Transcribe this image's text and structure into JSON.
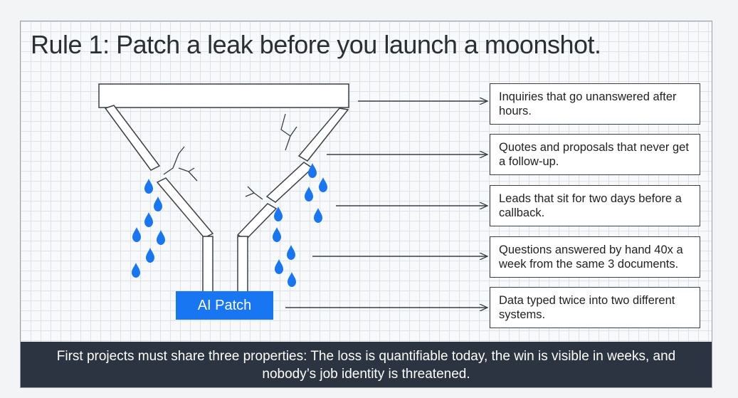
{
  "title": "Rule 1: Patch a leak before you launch a moonshot.",
  "patch_label": "AI Patch",
  "leaks": [
    {
      "text": "Inquiries that go unanswered after hours."
    },
    {
      "text": "Quotes and proposals that never get a follow-up."
    },
    {
      "text": "Leads that sit for two days before a callback."
    },
    {
      "text": "Questions answered by hand 40x a week from the same 3 documents."
    },
    {
      "text": "Data typed twice into two different systems."
    }
  ],
  "footer": "First projects must share three properties: The loss is quantifiable today, the win is visible in weeks, and nobody’s job identity is threatened.",
  "colors": {
    "accent": "#1976f2",
    "drop": "#1976f2",
    "footer_bg": "#2b3440",
    "line": "#3a3f44"
  },
  "icons": [
    "water-drop-icon",
    "crack-icon",
    "arrow-right-icon"
  ]
}
